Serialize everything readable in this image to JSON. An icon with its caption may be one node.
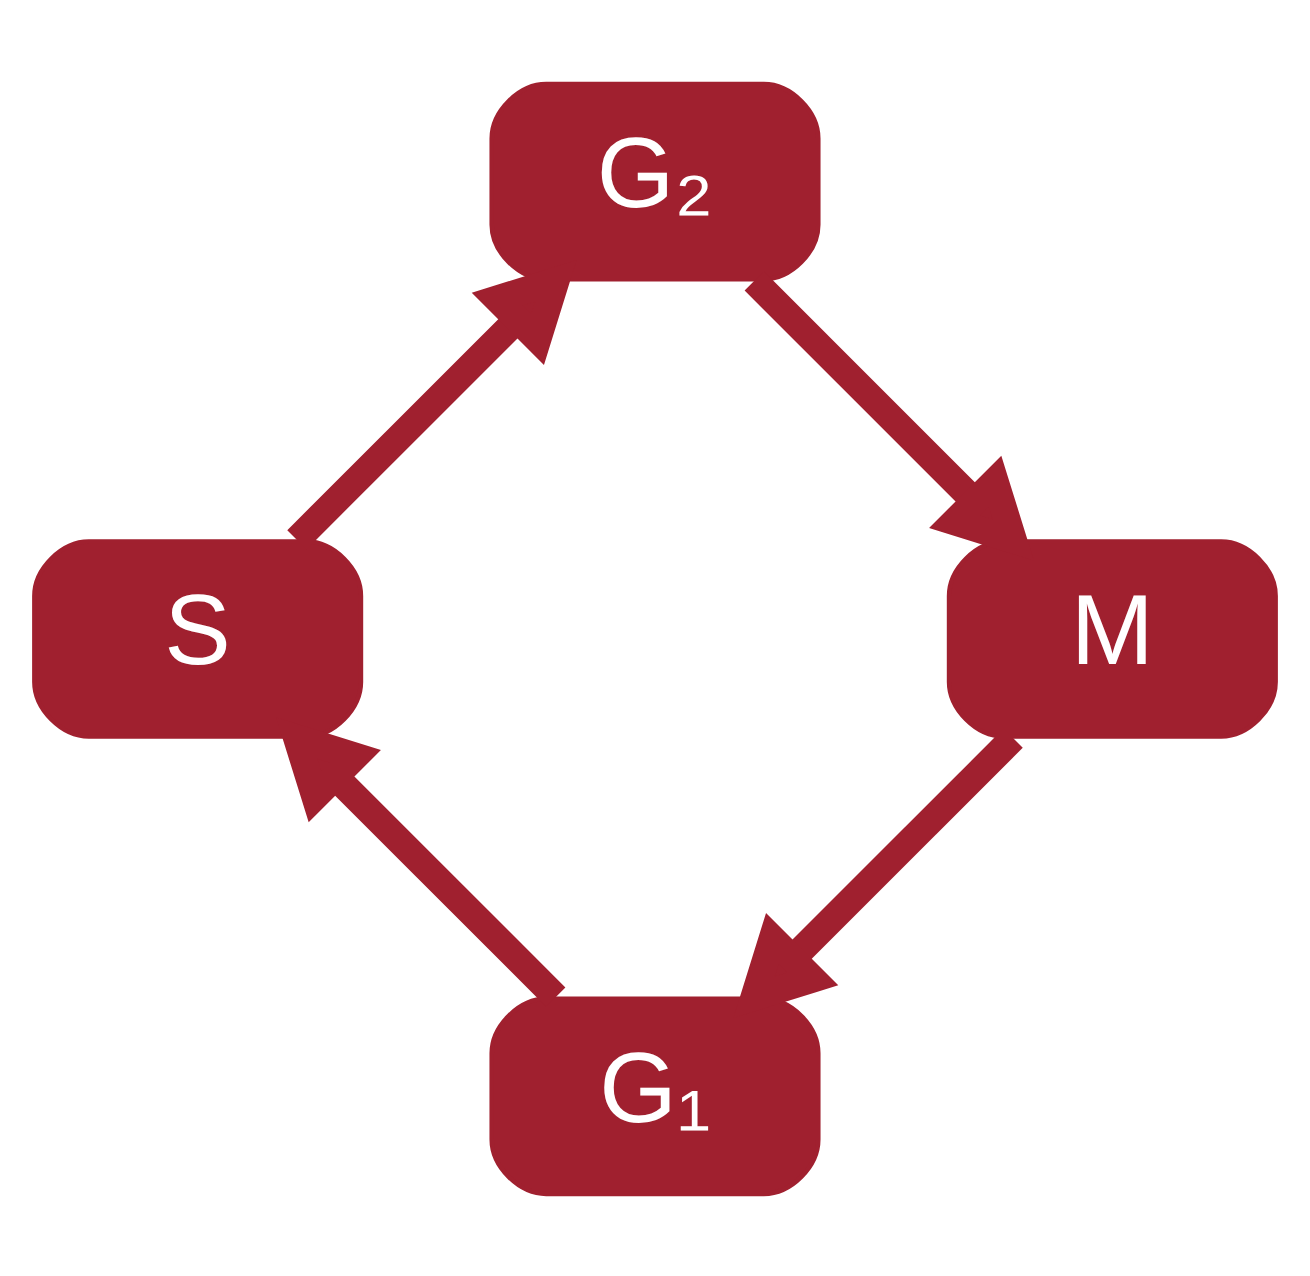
{
  "diagram": {
    "nodes": [
      {
        "text": [
          "G₁"
        ]
      },
      {
        "text": [
          "S"
        ]
      },
      {
        "text": [
          "G₂"
        ]
      },
      {
        "text": [
          "M"
        ]
      }
    ],
    "edges": [
      {
        "from": 0,
        "to": 1,
        "arrow": "to"
      },
      {
        "from": 1,
        "to": 2,
        "arrow": "to"
      },
      {
        "from": 2,
        "to": 3,
        "arrow": "to"
      },
      {
        "from": 3,
        "to": 0,
        "arrow": "to"
      }
    ]
  }
}
